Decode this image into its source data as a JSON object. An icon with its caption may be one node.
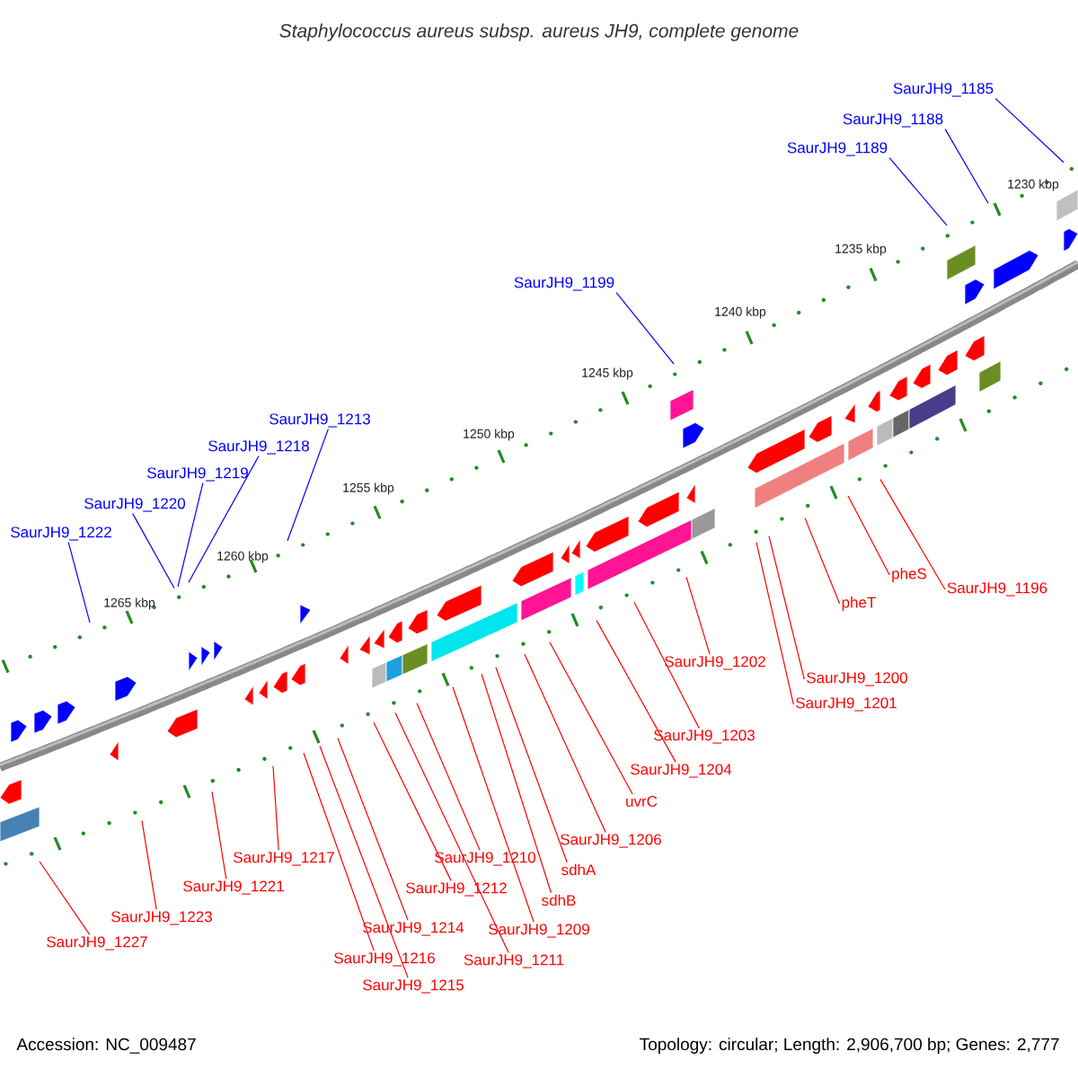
{
  "diagram": {
    "title": "Staphylococcus aureus subsp. aureus JH9, complete genome",
    "nodes": [
      {
        "text": [
          "SaurJH9_1185"
        ]
      },
      {
        "text": [
          "SaurJH9_1188"
        ]
      },
      {
        "text": [
          "SaurJH9_1189"
        ]
      },
      {
        "text": [
          "SaurJH9_1199"
        ]
      },
      {
        "text": [
          "SaurJH9_1213"
        ]
      },
      {
        "text": [
          "SaurJH9_1218"
        ]
      },
      {
        "text": [
          "SaurJH9_1219"
        ]
      },
      {
        "text": [
          "SaurJH9_1220"
        ]
      },
      {
        "text": [
          "SaurJH9_1222"
        ]
      },
      {
        "text": [
          "pheS"
        ]
      },
      {
        "text": [
          "SaurJH9_1196"
        ]
      },
      {
        "text": [
          "pheT"
        ]
      },
      {
        "text": [
          "SaurJH9_1202"
        ]
      },
      {
        "text": [
          "SaurJH9_1200"
        ]
      },
      {
        "text": [
          "SaurJH9_1201"
        ]
      },
      {
        "text": [
          "SaurJH9_1203"
        ]
      },
      {
        "text": [
          "SaurJH9_1204"
        ]
      },
      {
        "text": [
          "uvrC"
        ]
      },
      {
        "text": [
          "SaurJH9_1206"
        ]
      },
      {
        "text": [
          "SaurJH9_1217"
        ]
      },
      {
        "text": [
          "SaurJH9_1210"
        ]
      },
      {
        "text": [
          "sdhA"
        ]
      },
      {
        "text": [
          "SaurJH9_1221"
        ]
      },
      {
        "text": [
          "SaurJH9_1212"
        ]
      },
      {
        "text": [
          "sdhB"
        ]
      },
      {
        "text": [
          "SaurJH9_1223"
        ]
      },
      {
        "text": [
          "SaurJH9_1214"
        ]
      },
      {
        "text": [
          "SaurJH9_1209"
        ]
      },
      {
        "text": [
          "SaurJH9_1227"
        ]
      },
      {
        "text": [
          "SaurJH9_1216"
        ]
      },
      {
        "text": [
          "SaurJH9_1211"
        ]
      },
      {
        "text": [
          "SaurJH9_1215"
        ]
      }
    ],
    "edges": [
      {
        "from": 0,
        "to": null,
        "arrow": "none",
        "color": "#0000ff"
      },
      {
        "from": 1,
        "to": null,
        "arrow": "none",
        "color": "#0000ff"
      },
      {
        "from": 2,
        "to": null,
        "arrow": "none",
        "color": "#0000ff"
      },
      {
        "from": 3,
        "to": null,
        "arrow": "none",
        "color": "#0000ff"
      },
      {
        "from": 4,
        "to": null,
        "arrow": "none",
        "color": "#0000ff"
      },
      {
        "from": 5,
        "to": null,
        "arrow": "none",
        "color": "#0000ff"
      },
      {
        "from": 6,
        "to": null,
        "arrow": "none",
        "color": "#0000ff"
      },
      {
        "from": 7,
        "to": null,
        "arrow": "none",
        "color": "#0000ff"
      },
      {
        "from": 8,
        "to": null,
        "arrow": "none",
        "color": "#0000ff"
      },
      {
        "from": 9,
        "to": null,
        "arrow": "none"
      },
      {
        "from": 10,
        "to": null,
        "arrow": "none"
      },
      {
        "from": 11,
        "to": null,
        "arrow": "none"
      },
      {
        "from": 12,
        "to": null,
        "arrow": "none"
      },
      {
        "from": 13,
        "to": null,
        "arrow": "none"
      },
      {
        "from": 14,
        "to": null,
        "arrow": "none"
      },
      {
        "from": 15,
        "to": null,
        "arrow": "none"
      },
      {
        "from": 16,
        "to": null,
        "arrow": "none"
      },
      {
        "from": 17,
        "to": null,
        "arrow": "none"
      },
      {
        "from": 18,
        "to": null,
        "arrow": "none"
      },
      {
        "from": 19,
        "to": null,
        "arrow": "none"
      },
      {
        "from": 20,
        "to": null,
        "arrow": "none"
      },
      {
        "from": 21,
        "to": null,
        "arrow": "none"
      },
      {
        "from": 22,
        "to": null,
        "arrow": "none"
      },
      {
        "from": 23,
        "to": null,
        "arrow": "none"
      },
      {
        "from": 24,
        "to": null,
        "arrow": "none"
      },
      {
        "from": 25,
        "to": null,
        "arrow": "none"
      },
      {
        "from": 26,
        "to": null,
        "arrow": "none"
      },
      {
        "from": 27,
        "to": null,
        "arrow": "none"
      },
      {
        "from": 28,
        "to": null,
        "arrow": "none"
      },
      {
        "from": 29,
        "to": null,
        "arrow": "none"
      },
      {
        "from": 30,
        "to": null,
        "arrow": "none"
      },
      {
        "from": 31,
        "to": null,
        "arrow": "none"
      }
    ],
    "labels": [
      "1230 kbp",
      "1235 kbp",
      "1240 kbp",
      "1245 kbp",
      "1250 kbp",
      "1255 kbp",
      "1260 kbp",
      "1265 kbp",
      "Accession: NC_009487",
      "Topology: circular; Length: 2,906,700 bp; Genes: 2,777"
    ]
  }
}
